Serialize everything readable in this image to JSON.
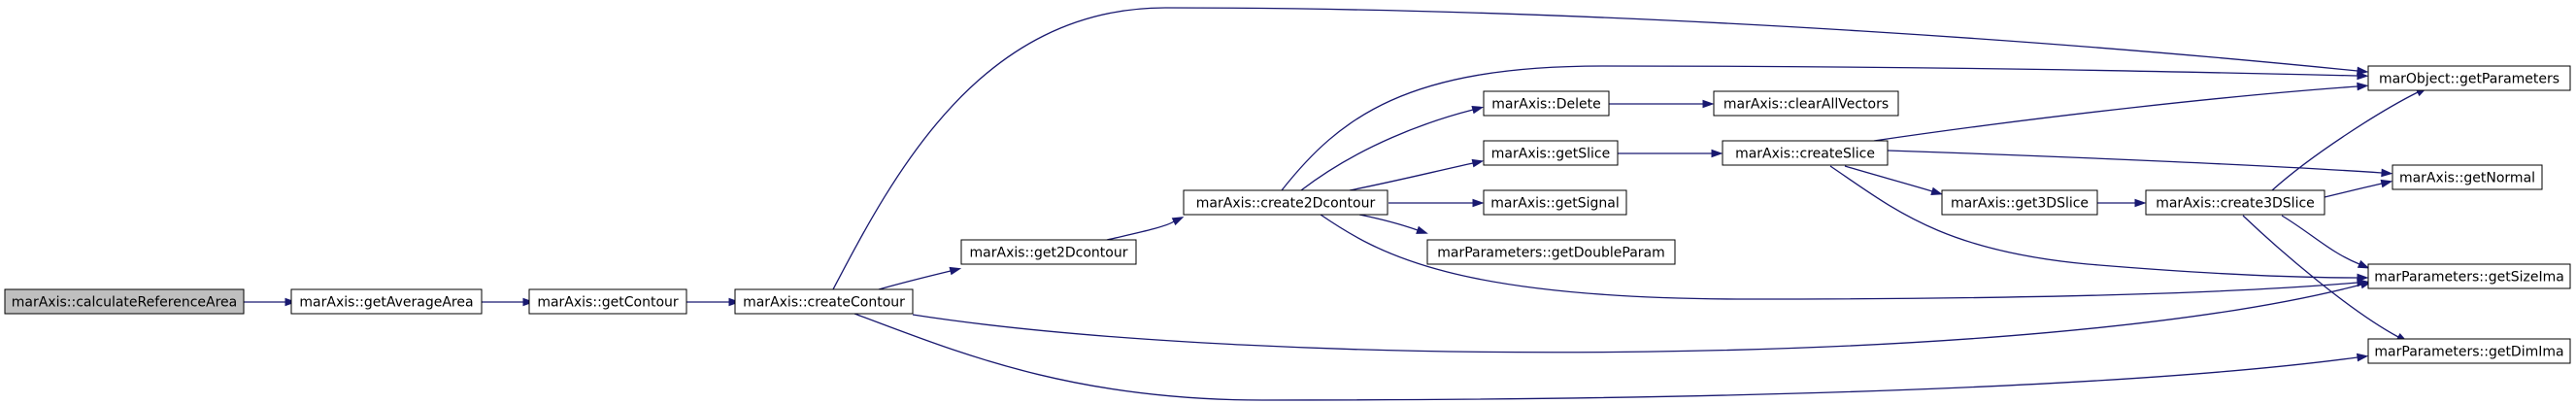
{
  "diagram": {
    "type": "call-graph",
    "colors": {
      "edge": "#191970",
      "active_node_fill": "#bfbfbf",
      "node_fill": "#ffffff",
      "node_border": "#000000"
    },
    "nodes": [
      {
        "id": "calculateReferenceArea",
        "label": "marAxis::calculateReferenceArea",
        "active": true
      },
      {
        "id": "getAverageArea",
        "label": "marAxis::getAverageArea"
      },
      {
        "id": "getContour",
        "label": "marAxis::getContour"
      },
      {
        "id": "createContour",
        "label": "marAxis::createContour"
      },
      {
        "id": "get2Dcontour",
        "label": "marAxis::get2Dcontour"
      },
      {
        "id": "create2Dcontour",
        "label": "marAxis::create2Dcontour"
      },
      {
        "id": "Delete",
        "label": "marAxis::Delete"
      },
      {
        "id": "getSlice",
        "label": "marAxis::getSlice"
      },
      {
        "id": "getSignal",
        "label": "marAxis::getSignal"
      },
      {
        "id": "getDoubleParam",
        "label": "marParameters::getDoubleParam"
      },
      {
        "id": "clearAllVectors",
        "label": "marAxis::clearAllVectors"
      },
      {
        "id": "createSlice",
        "label": "marAxis::createSlice"
      },
      {
        "id": "get3DSlice",
        "label": "marAxis::get3DSlice"
      },
      {
        "id": "create3DSlice",
        "label": "marAxis::create3DSlice"
      },
      {
        "id": "getParameters",
        "label": "marObject::getParameters"
      },
      {
        "id": "getNormal",
        "label": "marAxis::getNormal"
      },
      {
        "id": "getSizeIma",
        "label": "marParameters::getSizeIma"
      },
      {
        "id": "getDimIma",
        "label": "marParameters::getDimIma"
      }
    ],
    "edges": [
      [
        "calculateReferenceArea",
        "getAverageArea"
      ],
      [
        "getAverageArea",
        "getContour"
      ],
      [
        "getContour",
        "createContour"
      ],
      [
        "createContour",
        "get2Dcontour"
      ],
      [
        "createContour",
        "getParameters"
      ],
      [
        "createContour",
        "getSizeIma"
      ],
      [
        "createContour",
        "getDimIma"
      ],
      [
        "get2Dcontour",
        "create2Dcontour"
      ],
      [
        "create2Dcontour",
        "Delete"
      ],
      [
        "create2Dcontour",
        "getSlice"
      ],
      [
        "create2Dcontour",
        "getSignal"
      ],
      [
        "create2Dcontour",
        "getDoubleParam"
      ],
      [
        "create2Dcontour",
        "getParameters"
      ],
      [
        "create2Dcontour",
        "getSizeIma"
      ],
      [
        "Delete",
        "clearAllVectors"
      ],
      [
        "getSlice",
        "createSlice"
      ],
      [
        "createSlice",
        "get3DSlice"
      ],
      [
        "createSlice",
        "getParameters"
      ],
      [
        "createSlice",
        "getNormal"
      ],
      [
        "createSlice",
        "getSizeIma"
      ],
      [
        "get3DSlice",
        "create3DSlice"
      ],
      [
        "create3DSlice",
        "getParameters"
      ],
      [
        "create3DSlice",
        "getNormal"
      ],
      [
        "create3DSlice",
        "getSizeIma"
      ],
      [
        "create3DSlice",
        "getDimIma"
      ]
    ]
  }
}
